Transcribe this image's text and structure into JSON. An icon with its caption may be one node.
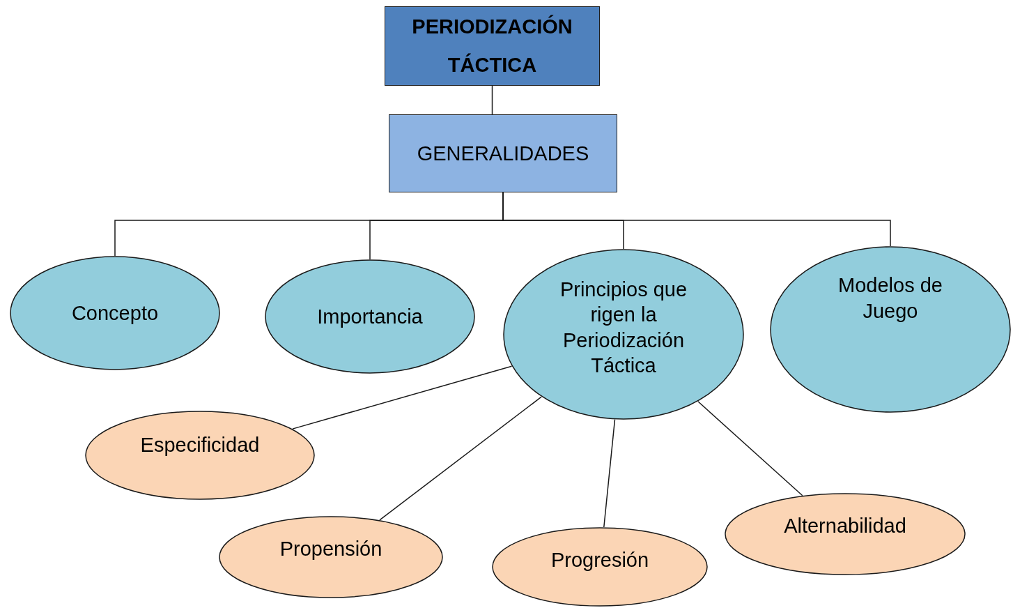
{
  "diagram": {
    "nodes": [
      {
        "text": [
          "PERIODIZACIÓN TÁCTICA"
        ]
      },
      {
        "text": [
          "GENERALIDADES"
        ]
      },
      {
        "text": [
          "Concepto"
        ]
      },
      {
        "text": [
          "Importancia"
        ]
      },
      {
        "text": [
          "Principios que rigen la Periodización Táctica"
        ]
      },
      {
        "text": [
          "Modelos de Juego"
        ]
      },
      {
        "text": [
          "Especificidad"
        ]
      },
      {
        "text": [
          "Propensión"
        ]
      },
      {
        "text": [
          "Progresión"
        ]
      },
      {
        "text": [
          "Alternabilidad"
        ]
      }
    ],
    "edges": [
      {
        "from": 0,
        "to": 1,
        "arrow": "none"
      },
      {
        "from": 1,
        "to": 2,
        "arrow": "none"
      },
      {
        "from": 1,
        "to": 3,
        "arrow": "none"
      },
      {
        "from": 1,
        "to": 4,
        "arrow": "none"
      },
      {
        "from": 1,
        "to": 5,
        "arrow": "none"
      },
      {
        "from": 4,
        "to": 6,
        "arrow": "none"
      },
      {
        "from": 4,
        "to": 7,
        "arrow": "none"
      },
      {
        "from": 4,
        "to": 8,
        "arrow": "none"
      },
      {
        "from": 4,
        "to": 9,
        "arrow": "none"
      }
    ]
  }
}
